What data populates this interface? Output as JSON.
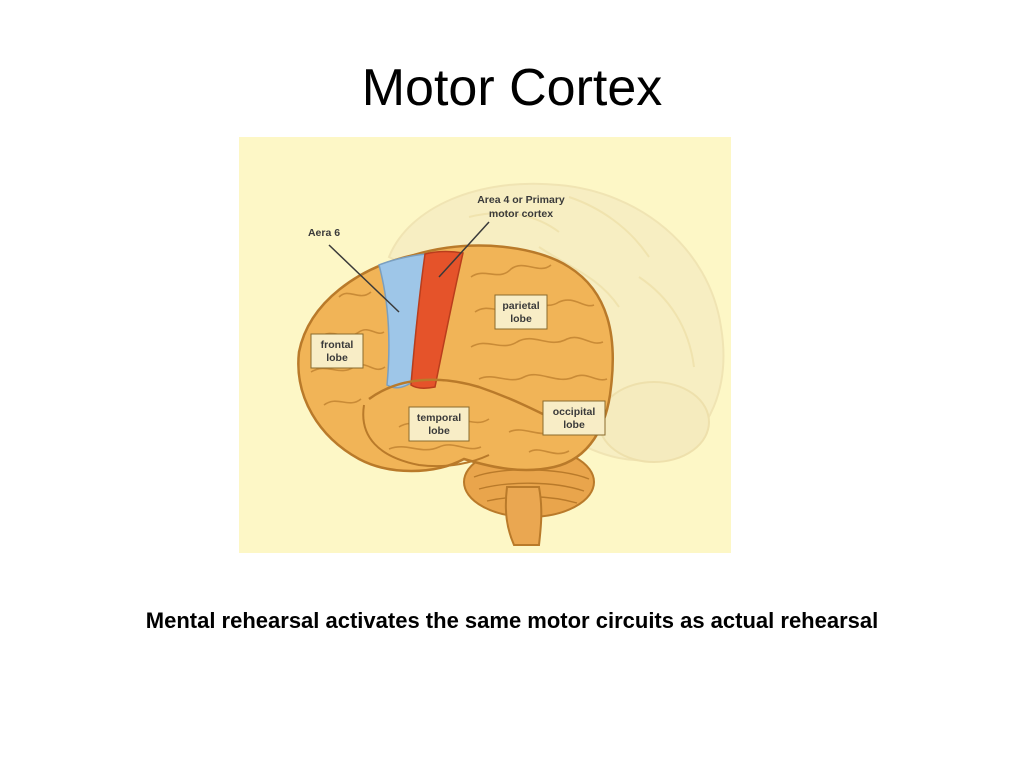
{
  "slide": {
    "title": "Motor Cortex",
    "caption": "Mental rehearsal activates the same motor circuits as actual rehearsal"
  },
  "figure": {
    "labels": {
      "area4_line1": "Area 4 or Primary",
      "area4_line2": "motor cortex",
      "area6": "Aera 6",
      "frontal_line1": "frontal",
      "frontal_line2": "lobe",
      "parietal_line1": "parietal",
      "parietal_line2": "lobe",
      "temporal_line1": "temporal",
      "temporal_line2": "lobe",
      "occipital_line1": "occipital",
      "occipital_line2": "lobe"
    },
    "colors": {
      "background": "#fdf7c6",
      "brain": "#f1b457",
      "area6": "#9ec6e8",
      "area4": "#e5532a"
    }
  }
}
